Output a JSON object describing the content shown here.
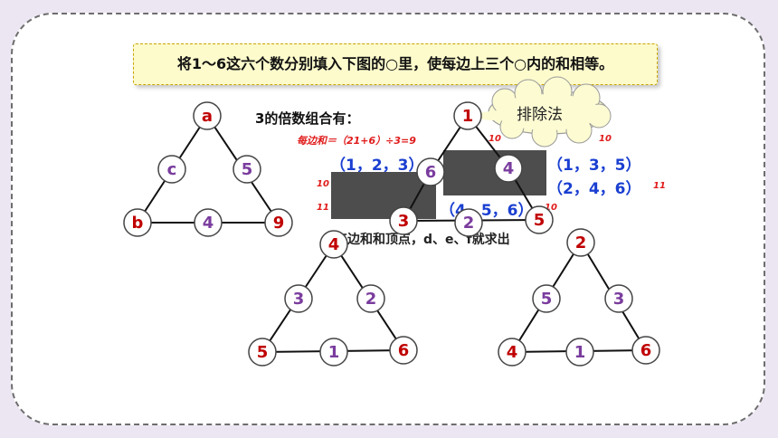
{
  "banner": "将1～6这六个数分别填入下图的○里，使每边上三个○内的和相等。",
  "multiples_heading": "3的倍数组合有：",
  "sum_formula": "每边和＝（21+6）÷3=9",
  "triples": {
    "t1": "（1，2，3）",
    "t2": "（1，3，5）",
    "t3": "（2，4，6）",
    "t4": "（4，5，6）"
  },
  "side_sums": {
    "s10a": "10",
    "s10b": "10",
    "s10c": "10",
    "s11a": "11",
    "s11b": "11",
    "s10d": "10"
  },
  "elimination_label": "排除法",
  "note_text": "每边和和顶点，d、e、f就求出",
  "triangle_a": {
    "top": "a",
    "left_mid": "c",
    "right_mid": "5",
    "bottom_left": "b",
    "bottom_mid": "4",
    "bottom_right": "9"
  },
  "triangle_b": {
    "top": "1",
    "left_mid": "6",
    "right_mid": "4",
    "bottom_left": "3",
    "bottom_mid": "2",
    "bottom_right": "5"
  },
  "triangle_c": {
    "top": "4",
    "left_mid": "3",
    "right_mid": "2",
    "bottom_left": "5",
    "bottom_mid": "1",
    "bottom_right": "6"
  },
  "triangle_d": {
    "top": "2",
    "left_mid": "5",
    "right_mid": "3",
    "bottom_left": "4",
    "bottom_mid": "1",
    "bottom_right": "6"
  },
  "colors": {
    "vertex": "#c00000",
    "middle": "#7a3c9e",
    "tuple_blue": "#1a3fd1",
    "formula_red": "#e01b1b",
    "banner_bg": "#fdfbcc"
  }
}
